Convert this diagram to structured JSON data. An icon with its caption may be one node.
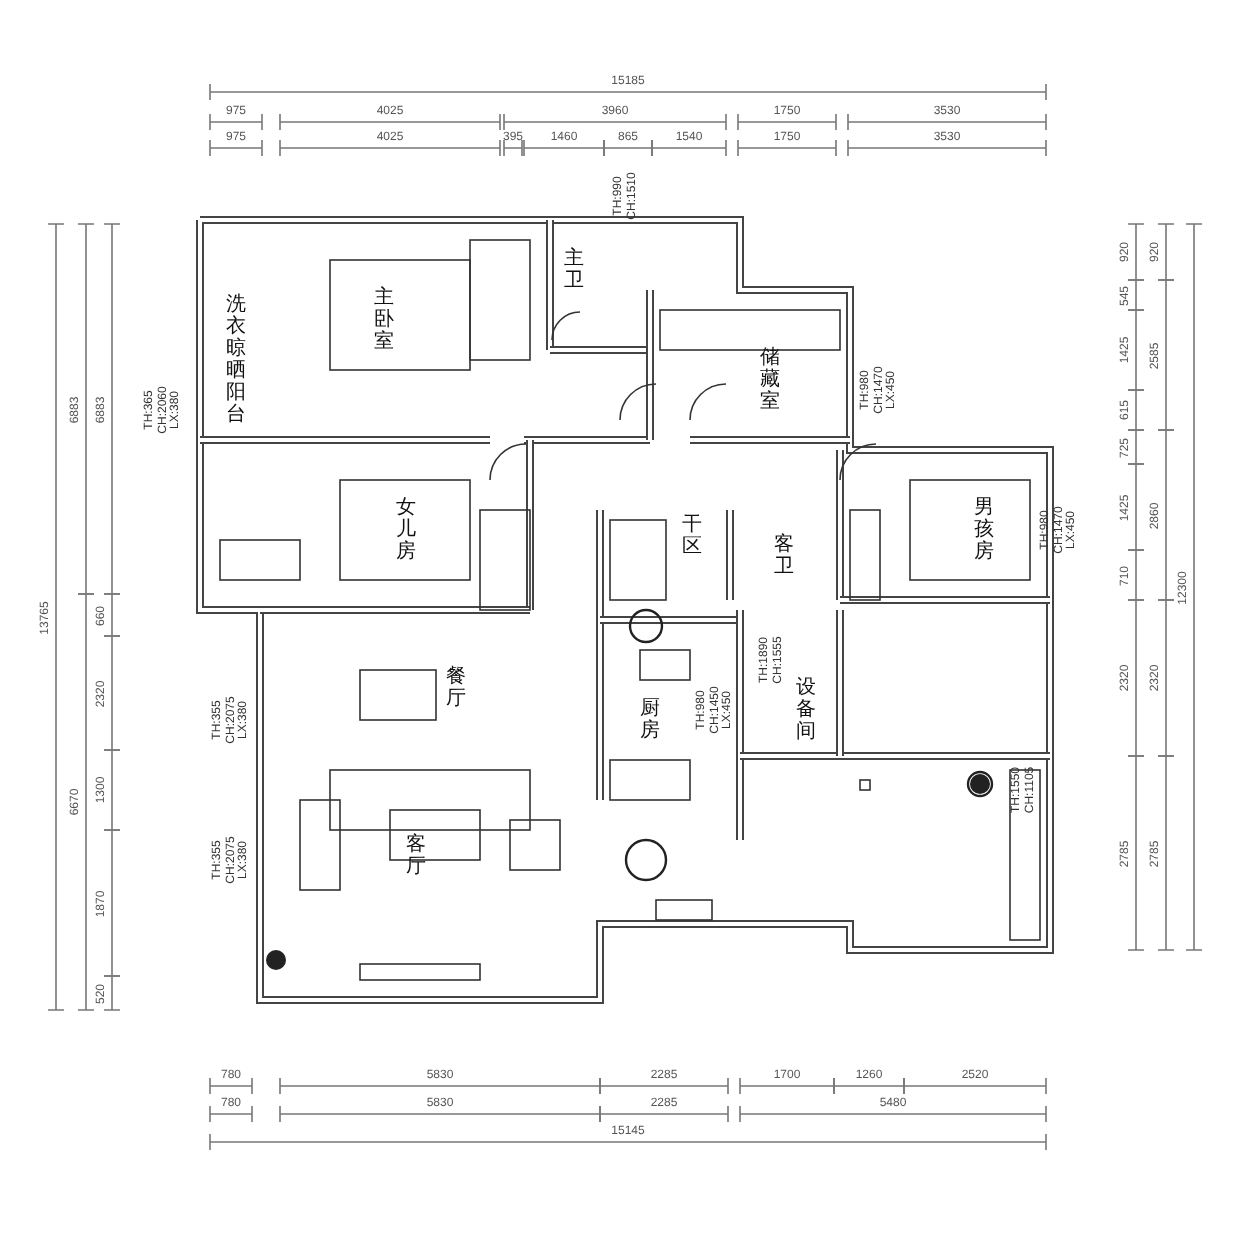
{
  "diagram": {
    "labels": [
      "15185",
      "975",
      "4025",
      "3960",
      "1750",
      "3530",
      "975",
      "4025",
      "395",
      "1460",
      "865",
      "1540",
      "1750",
      "3530",
      "TH:990 CH:1510",
      "13765",
      "6883",
      "6670",
      "6883",
      "660",
      "2320",
      "1300",
      "1870",
      "520",
      "TH:365 CH:2060 LX:380",
      "洗衣晾晒阳台",
      "主卧室",
      "主卫",
      "储藏室",
      "TH:980 CH:1470 LX:450",
      "920",
      "545",
      "1425",
      "615",
      "725",
      "1425",
      "710",
      "2320",
      "2785",
      "920",
      "2585",
      "2860",
      "2320",
      "2785",
      "12300",
      "女儿房",
      "干区",
      "客卫",
      "男孩房",
      "TH:980 CH:1470 LX:450",
      "TH:1890 CH:1555",
      "TH:355 CH:2075 LX:380",
      "餐厅",
      "厨房",
      "TH:980 CH:1450 LX:450",
      "设备间",
      "TH:1550 CH:1105",
      "TH:355 CH:2075 LX:380",
      "客厅",
      "780",
      "5830",
      "2285",
      "1700",
      "1260",
      "2520",
      "780",
      "5830",
      "2285",
      "5480",
      "15145"
    ]
  }
}
